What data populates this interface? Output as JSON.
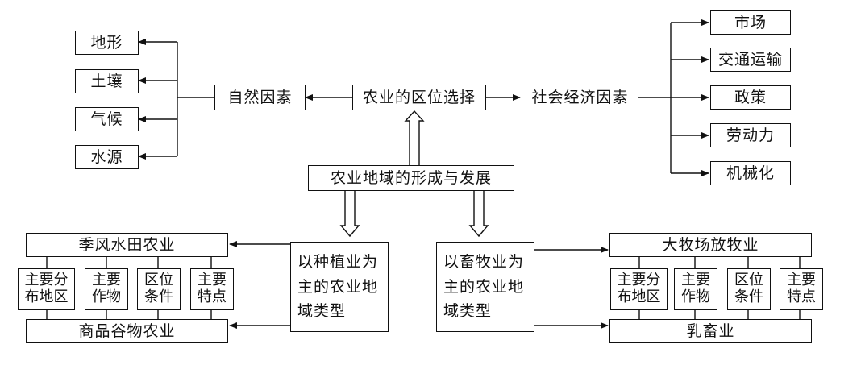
{
  "center": {
    "root": "农业的区位选择",
    "natural": "自然因素",
    "social": "社会经济因素",
    "formation": "农业地域的形成与发展"
  },
  "natural_factors": [
    "地形",
    "土壤",
    "气候",
    "水源"
  ],
  "social_factors": [
    "市场",
    "交通运输",
    "政策",
    "劳动力",
    "机械化"
  ],
  "planting": {
    "type_box": "以种植业为主的农业地域类型",
    "top": "季风水田农业",
    "bottom": "商品谷物农业",
    "cells": [
      "主要分布地区",
      "主要作物",
      "区位条件",
      "主要特点"
    ]
  },
  "livestock": {
    "type_box": "以畜牧业为主的农业地域类型",
    "top": "大牧场放牧业",
    "bottom": "乳畜业",
    "cells": [
      "主要分布地区",
      "主要作物",
      "区位条件",
      "主要特点"
    ]
  }
}
